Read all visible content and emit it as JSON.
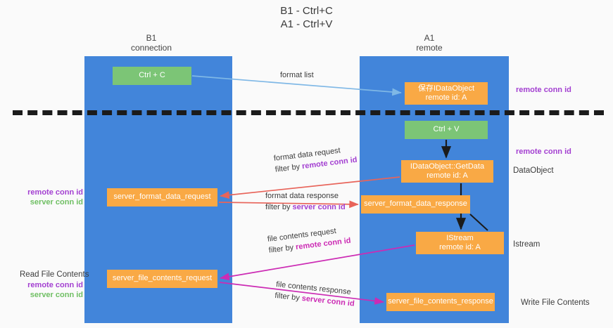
{
  "title": {
    "line1": "B1 - Ctrl+C",
    "line2": "A1 - Ctrl+V"
  },
  "columns": {
    "left": {
      "name": "B1",
      "role": "connection"
    },
    "right": {
      "name": "A1",
      "role": "remote"
    }
  },
  "colors": {
    "lane": "#4285da",
    "green_box": "#7cc576",
    "orange_box": "#f9a945",
    "remote_conn_id": "#a33fd1",
    "server_conn_id": "#6fbf63",
    "format_arrow": "#e8645a",
    "file_arrow": "#cc2bb4",
    "format_list_arrow": "#7fb8e6",
    "black_arrow": "#1b1b1b",
    "divider": "#1b1b1b"
  },
  "boxes": {
    "ctrl_c": {
      "line1": "Ctrl + C"
    },
    "idataobject": {
      "line1": "保存IDataObject",
      "line2": "remote id: A"
    },
    "ctrl_v": {
      "line1": "Ctrl + V"
    },
    "getdata": {
      "line1": "IDataObject::GetData",
      "line2": "remote id: A"
    },
    "server_format_data_request": {
      "line1": "server_format_data_request"
    },
    "server_format_data_response": {
      "line1": "server_format_data_response"
    },
    "istream": {
      "line1": "IStream",
      "line2": "remote id: A"
    },
    "server_file_contents_request": {
      "line1": "server_file_contents_request"
    },
    "server_file_contents_response": {
      "line1": "server_file_contents_response"
    }
  },
  "edge_labels": {
    "format_list": "format list",
    "format_data_request": {
      "line1": "format data request",
      "prefix": "filter by ",
      "highlight": "remote conn id"
    },
    "format_data_response": {
      "line1": "format data response",
      "prefix": "filter by ",
      "highlight": "server conn id"
    },
    "file_contents_request": {
      "line1": "file contents request",
      "prefix": "filter by ",
      "highlight": "remote conn id"
    },
    "file_contents_response": {
      "line1": "file contents response",
      "prefix": "filter by ",
      "highlight": "server conn id"
    }
  },
  "side_labels": {
    "dataobject": "DataObject",
    "istream": "Istream",
    "write_file_contents": "Write File Contents",
    "read_file_contents": "Read File Contents"
  },
  "conn_ids": {
    "remote": "remote conn id",
    "server": "server conn id"
  }
}
